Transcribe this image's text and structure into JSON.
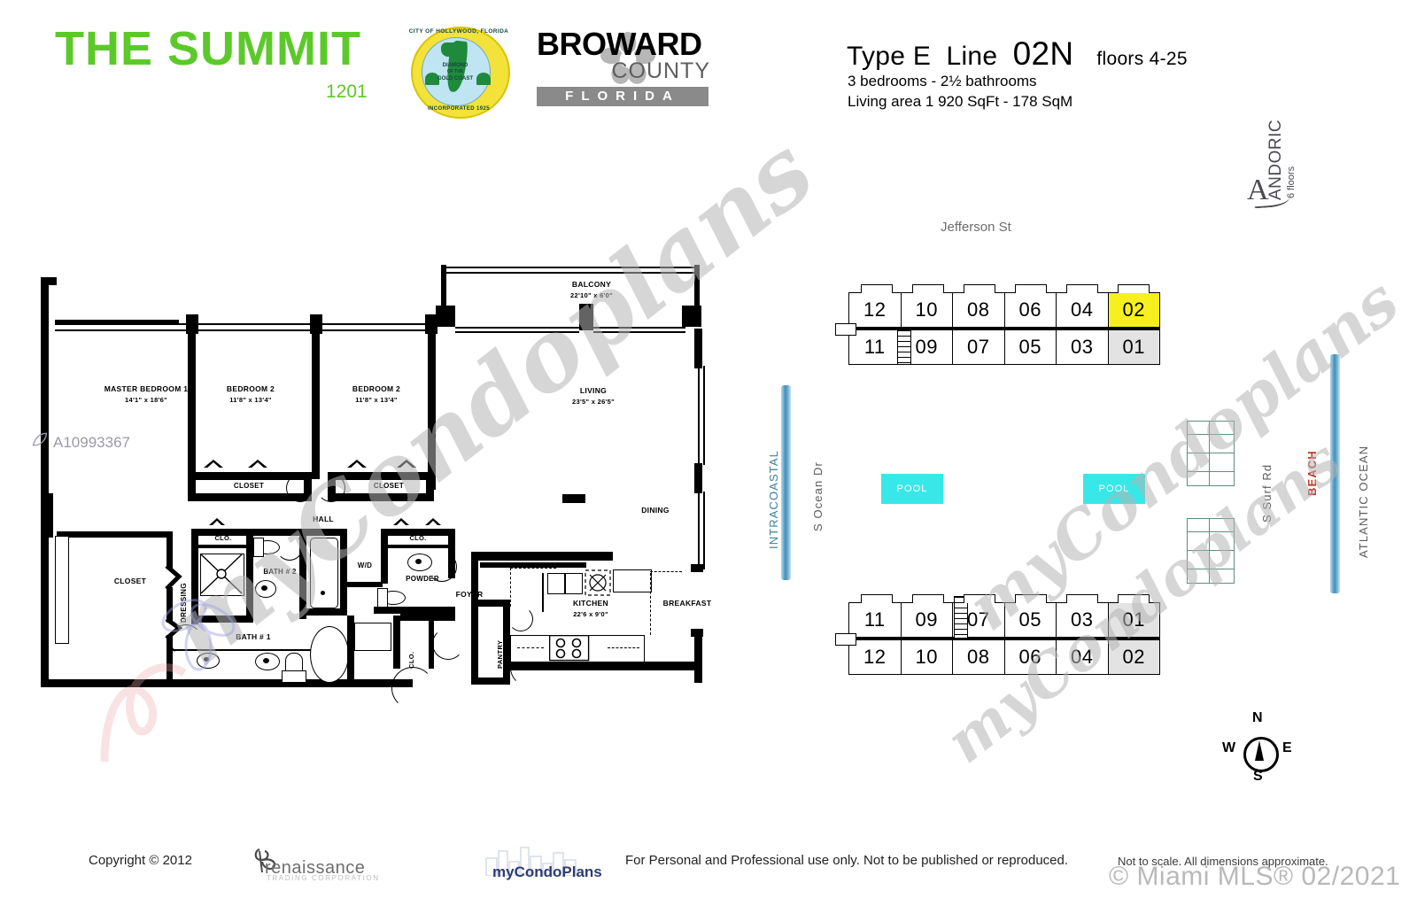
{
  "header": {
    "brand_title": "THE SUMMIT",
    "brand_number": "1201",
    "seal": {
      "top_text": "CITY OF HOLLYWOOD, FLORIDA",
      "mid_line1": "DIAMOND",
      "mid_line2": "OF THE",
      "mid_line3": "GOLD COAST",
      "bottom_text": "INCORPORATED 1925"
    },
    "broward": {
      "line1": "BROWARD",
      "line2": "COUNTY",
      "line3": "FLORIDA"
    },
    "type_label": "Type E",
    "line_label": "Line",
    "line_value": "02N",
    "floors_label": "floors 4-25",
    "bedrooms": "3 bedrooms - 2½ bathrooms",
    "living_area": "Living area    1 920 SqFt - 178 SqM",
    "andoric_name": "ANDORIC",
    "andoric_floors": "6 floors"
  },
  "floorplan": {
    "rooms": [
      {
        "name": "MASTER BEDROOM 1",
        "dim": "14'1\" x 18'6\""
      },
      {
        "name": "BEDROOM 2",
        "dim": "11'8\" x 13'4\""
      },
      {
        "name": "BEDROOM 2",
        "dim": "11'8\" x 13'4\""
      },
      {
        "name": "BALCONY",
        "dim": "22'10\" x 6'0\""
      },
      {
        "name": "LIVING",
        "dim": "23'5\" x 26'5\""
      },
      {
        "name": "KITCHEN",
        "dim": "22'6 x 9'0\""
      }
    ],
    "master_label": "MASTER BEDROOM 1",
    "master_dim": "14'1\" x 18'6\"",
    "bed2_label": "BEDROOM 2",
    "bed2_dim": "11'8\" x 13'4\"",
    "bed3_label": "BEDROOM 2",
    "bed3_dim": "11'8\" x 13'4\"",
    "balcony_label": "BALCONY",
    "balcony_dim": "22'10\" x 6'0\"",
    "living_label": "LIVING",
    "living_dim": "23'5\" x 26'5\"",
    "dining_label": "DINING",
    "kitchen_label": "KITCHEN",
    "kitchen_dim": "22'6 x 9'0\"",
    "breakfast_label": "BREAKFAST",
    "foyer_label": "FOYER",
    "pantry_label": "PANTRY",
    "hall_label": "HALL",
    "closet_label": "CLOSET",
    "closet_left_label": "CLOSET",
    "closet_mid_label": "CLOSET",
    "clo_short": "CLO.",
    "clo_short2": "CLO.",
    "clo_vert": "CLO.",
    "dressing_label": "DRESSING",
    "bath1_label": "BATH # 1",
    "bath2_label": "BATH # 2",
    "powder_label": "POWDER",
    "wd_label": "W/D",
    "mls_id": "A10993367"
  },
  "site": {
    "street_top": "Jefferson St",
    "intracoastal": "INTRACOASTAL",
    "s_ocean_dr": "S Ocean Dr",
    "s_surf_rd": "S Surf Rd",
    "beach": "BEACH",
    "atlantic_ocean": "ATLANTIC OCEAN",
    "pool_label": "POOL",
    "pool_label_2": "POOL",
    "building_north": {
      "row_top": [
        "12",
        "10",
        "08",
        "06",
        "04",
        "02"
      ],
      "row_bottom": [
        "11",
        "09",
        "07",
        "05",
        "03",
        "01"
      ],
      "highlight_unit": "02",
      "highlight_color": "#f7f01e",
      "shaded_unit": "01",
      "shaded_color": "#e3e3e3"
    },
    "building_south": {
      "row_top": [
        "11",
        "09",
        "07",
        "05",
        "03",
        "01"
      ],
      "row_bottom": [
        "12",
        "10",
        "08",
        "06",
        "04",
        "02"
      ],
      "shaded_units": [
        "01",
        "02"
      ],
      "shaded_color": "#e3e3e3"
    },
    "compass": {
      "n": "N",
      "e": "E",
      "s": "S",
      "w": "W"
    }
  },
  "footer": {
    "copyright": "Copyright © 2012",
    "renaissance_name": "renaissance",
    "renaissance_sub": "TRADING CORPORATION",
    "mycondoplans": "myCondoPlans",
    "terms": "For Personal and Professional use only.  Not to be published or reproduced.",
    "scale_note": "Not to scale.  All dimensions approximate.",
    "mls_watermark": "© Miami MLS® 02/2021"
  },
  "watermarks": {
    "text": "myCondoplans"
  },
  "colors": {
    "brand_green": "#5cc92a",
    "highlight_yellow": "#f7f01e",
    "pool_cyan": "#38e8e8",
    "water_blue": "#3d8fbe",
    "beach_red": "#c0392b",
    "court_green": "#5e8e7c"
  }
}
